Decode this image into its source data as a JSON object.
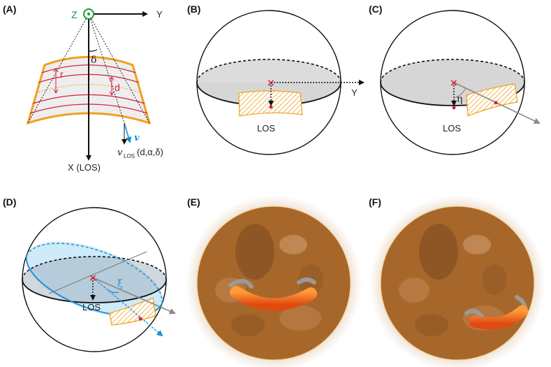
{
  "panels": {
    "A": {
      "label": "(A)",
      "axis_z": "Z",
      "axis_y": "Y",
      "axis_x": "X (LOS)",
      "angle_delta": "δ",
      "dim_r": "r",
      "dim_d": "d",
      "vec_v": "v",
      "vlos_v": "v",
      "vlos_sub": "LOS",
      "vlos_args": "(d,α,δ)"
    },
    "B": {
      "label": "(B)",
      "los": "LOS",
      "axis_y": "Y"
    },
    "C": {
      "label": "(C)",
      "los": "LOS",
      "angle_eta": "η"
    },
    "D": {
      "label": "(D)",
      "los": "LOS",
      "angle_xi": "ξ"
    },
    "E": {
      "label": "(E)"
    },
    "F": {
      "label": "(F)"
    }
  },
  "colors": {
    "orange": "#f0a01e",
    "red": "#d8203a",
    "blue": "#1a8fd6",
    "green": "#1a9a3a",
    "gray_plane": "#d6d6d6",
    "light_blue": "#bfe3f7",
    "sun_brown": "#a8672a",
    "flux_rope": "#f06a1a"
  }
}
